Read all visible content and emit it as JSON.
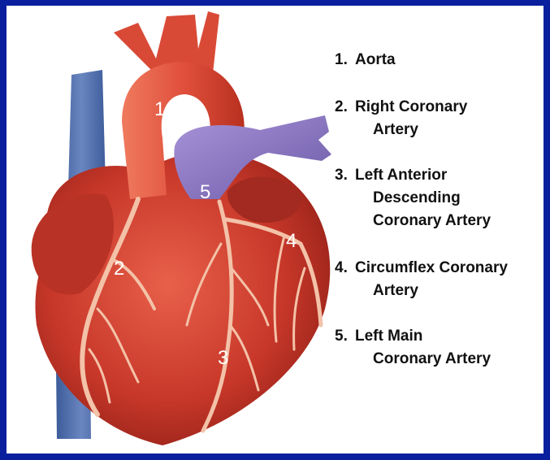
{
  "colors": {
    "border": "#0a1f9e",
    "background": "#ffffff",
    "heart": "#c8382a",
    "artery_line": "#f3c2a8",
    "vein": "#4a6aa8",
    "pulmonary": "#8c78c4"
  },
  "diagram_labels": [
    "1",
    "2",
    "3",
    "4",
    "5"
  ],
  "legend": [
    {
      "num": "1.",
      "lines": [
        "Aorta"
      ]
    },
    {
      "num": "2.",
      "lines": [
        "Right Coronary",
        "Artery"
      ]
    },
    {
      "num": "3.",
      "lines": [
        "Left Anterior",
        "Descending",
        "Coronary Artery"
      ]
    },
    {
      "num": "4.",
      "lines": [
        "Circumflex Coronary",
        "Artery"
      ]
    },
    {
      "num": "5.",
      "lines": [
        "Left Main",
        "Coronary Artery"
      ]
    }
  ]
}
